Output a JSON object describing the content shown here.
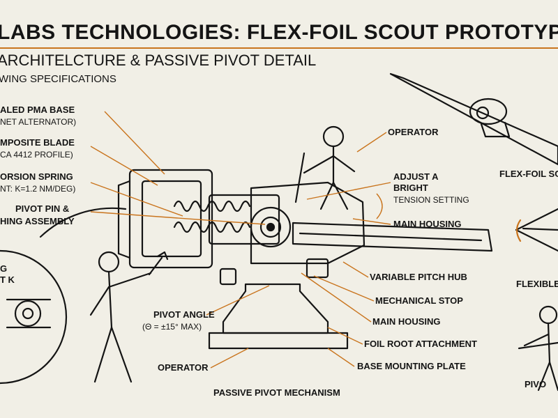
{
  "header": {
    "title": "LABS TECHNOLOGIES: FLEX-FOIL SCOUT PROTOTYPE (",
    "subtitle": "ARCHITELCTURE & PASSIVE PIVOT DETAIL",
    "subtitle2": "WING SPECIFICATIONS"
  },
  "left_labels": {
    "pma_base": "ALED PMA BASE",
    "pma_base_sub": "NET ALTERNATOR)",
    "composite_blade": "MPOSITE BLADE",
    "composite_blade_sub": "CA 4412 PROFILE)",
    "torsion_spring": "ORSION SPRING",
    "torsion_spring_sub": "NT: k=1.2 Nm/deg)",
    "pivot_pin": "PIVOT PIN &",
    "pivot_pin_2": "HING ASSEMBLY",
    "inset_1": "G",
    "inset_2": "T K"
  },
  "right_labels": {
    "operator_top": "OPERATOR",
    "adjust": "ADJUST A",
    "bright": "BRIGHT",
    "tension": "TENSION SETTING",
    "main_housing_1": "MAIN HOUSING",
    "variable_pitch": "VARIABLE PITCH HUB",
    "mech_stop": "MECHANICAL STOP",
    "main_housing_2": "MAIN HOUSING",
    "foil_root": "FOIL ROOT ATTACHMENT",
    "base_plate": "BASE MOUNTING PLATE"
  },
  "bottom_labels": {
    "pivot_angle": "PIVOT ANGLE",
    "pivot_angle_sub": "(Θ = ±15° MAX)",
    "operator_bottom": "OPERATOR",
    "passive_pivot": "PASSIVE PIVOT MECHANISM"
  },
  "side_panel": {
    "flexfoil": "FLEX-FOIL SC",
    "flexible": "FLEXIBLE",
    "pivot": "PIVO"
  },
  "colors": {
    "background": "#f1efe6",
    "ink": "#141414",
    "accent": "#c9741d"
  }
}
